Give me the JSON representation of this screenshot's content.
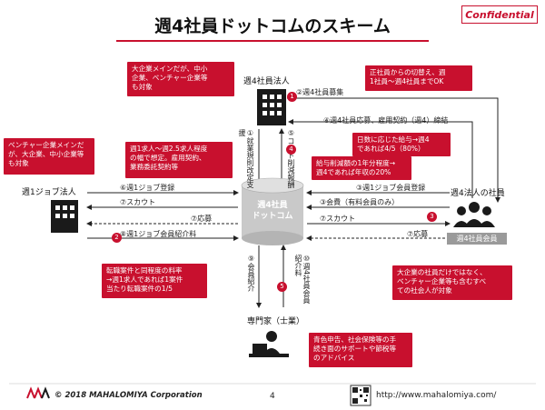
{
  "header": {
    "title": "週4社員ドットコムのスキーム",
    "confidential": "Confidential"
  },
  "nodes": {
    "company": "週4社員法人",
    "job_company": "週1ジョブ法人",
    "employee": "週4法人の社員",
    "employee_badge": "週4社員会員",
    "expert": "専門家（士業）",
    "center_line1": "週4社員",
    "center_line2": "ドットコム"
  },
  "callouts": {
    "top_left": "大企業メインだが、中小\n企業、ベンチャー企業等\nも対象",
    "top_right": "正社員からの切替え、週\n1社員～週4社員までOK",
    "left": "ベンチャー企業メインだ\nが、大企業、中小企業等\nも対象",
    "mid_left": "週1求人～週2.5求人程度\nの幅で想定。雇用契約、\n業務委託契約等",
    "mid_right": "日数に応じた給与→週4\nであれば4/5（80%）",
    "center": "給与削減額の1年分程度→\n週4であれば年収の20%",
    "bottom_left": "転職案件と同程度の料率\n→週1求人であれば1案件\n当たり転職案件の1/5",
    "bottom_right": "大企業の社員だけではなく、\nベンチャー企業等も含むすべ\nての社会人が対象",
    "bottom_center": "青色申告、社会保険等の手\n続き面のサポートや節税等\nのアドバイス"
  },
  "flows": {
    "f2": "②週4社員募集",
    "f4": "④週4社員応募、雇用契約（週4）締結",
    "f6": "⑥週1ジョブ登録",
    "f7_scout_left": "⑦スカウト",
    "f7_apply_left": "⑦応募",
    "f8": "⑧週1ジョブ会員紹介料",
    "f3_register": "③週1ジョブ会員登録",
    "f3_fee": "③会費（有料会員のみ）",
    "f7_scout_right": "⑦スカウト",
    "f7_apply_right": "⑦応募",
    "v1": "①就業規則改定支援",
    "v5": "⑤コスト削減報酬",
    "v9": "⑨会員紹介",
    "v10": "⑩週4社員会員紹介料"
  },
  "badges": {
    "b1": "1",
    "b2": "2",
    "b3": "3",
    "b4": "4",
    "b5": "5"
  },
  "footer": {
    "copyright": "© 2018 MAHALOMIYA Corporation",
    "page": "4",
    "url": "http://www.mahalomiya.com/"
  },
  "colors": {
    "accent": "#c8102e",
    "icon": "#1a1a1a",
    "cylinder": "#c9c9c9"
  }
}
